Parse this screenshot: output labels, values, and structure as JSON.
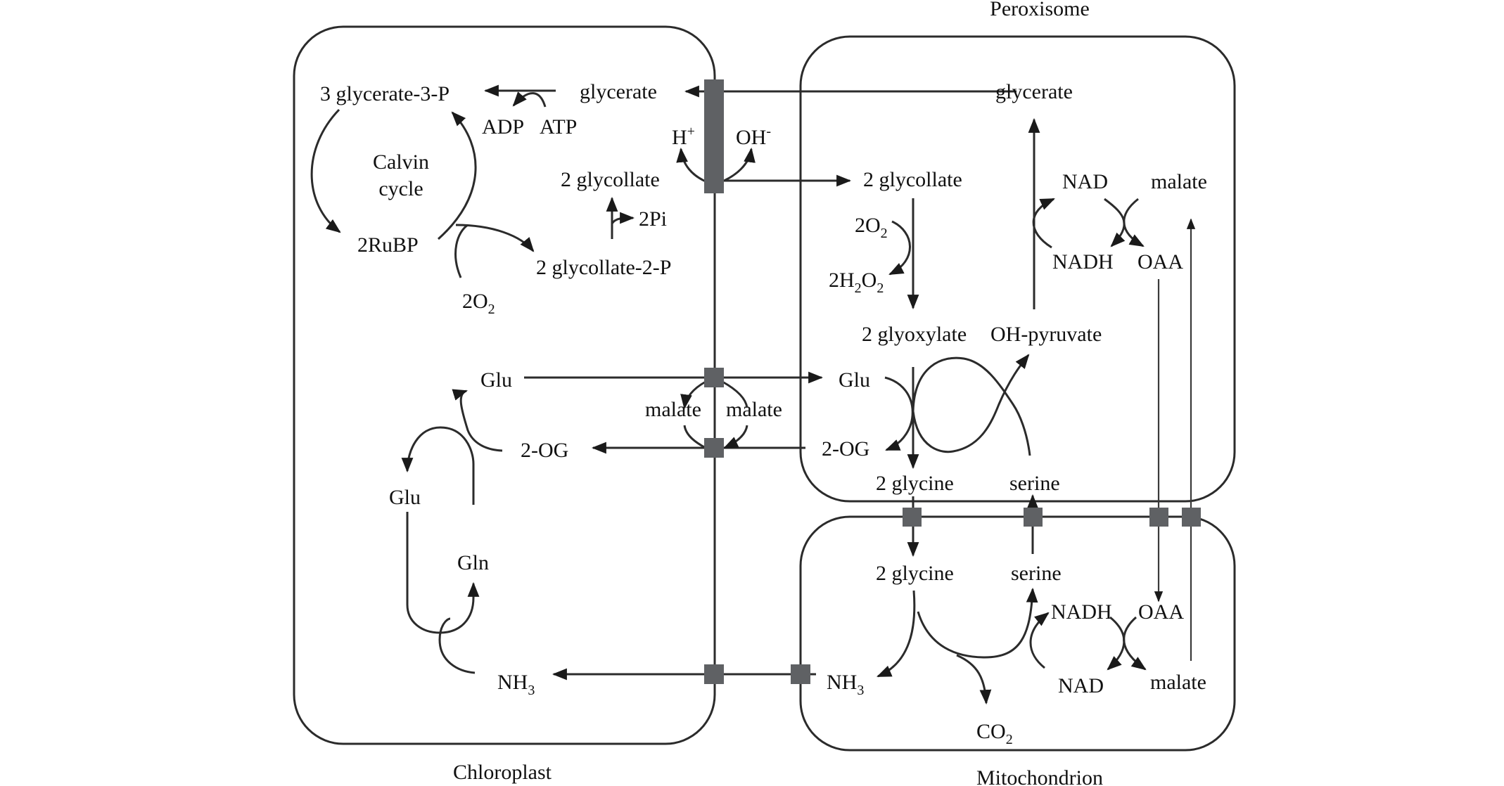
{
  "compartments": {
    "chloroplast": "Chloroplast",
    "peroxisome": "Peroxisome",
    "mitochondrion": "Mitochondrion"
  },
  "chloroplast": {
    "glycerate_3p": "3 glycerate-3-P",
    "calvin_1": "Calvin",
    "calvin_2": "cycle",
    "rubp": "2RuBP",
    "o2": "2O",
    "o2_sub": "2",
    "adp": "ADP",
    "atp": "ATP",
    "glycerate": "glycerate",
    "h_plus": "H",
    "h_plus_sup": "+",
    "oh_minus": "OH",
    "oh_minus_sup": "-",
    "glycollate": "2 glycollate",
    "pi": "2Pi",
    "glycollate_2p": "2 glycollate-2-P",
    "glu_top": "Glu",
    "malate_left": "malate",
    "malate_right": "malate",
    "og": "2-OG",
    "glu_loop": "Glu",
    "gln": "Gln",
    "nh3": "NH",
    "nh3_sub": "3"
  },
  "peroxisome": {
    "glycerate": "glycerate",
    "glycollate": "2 glycollate",
    "o2": "2O",
    "o2_sub": "2",
    "h2o2_a": "2H",
    "h2o2_sub1": "2",
    "h2o2_b": "O",
    "h2o2_sub2": "2",
    "nad": "NAD",
    "malate": "malate",
    "nadh": "NADH",
    "oaa": "OAA",
    "glyoxylate": "2 glyoxylate",
    "oh_pyruvate": "OH-pyruvate",
    "glu": "Glu",
    "og": "2-OG",
    "glycine": "2 glycine",
    "serine": "serine"
  },
  "mitochondrion": {
    "glycine": "2 glycine",
    "serine": "serine",
    "nadh": "NADH",
    "oaa": "OAA",
    "nh3": "NH",
    "nh3_sub": "3",
    "nad": "NAD",
    "malate": "malate",
    "co2": "CO",
    "co2_sub": "2"
  },
  "colors": {
    "line": "#2b2b2b",
    "transporter": "#5f6164"
  }
}
